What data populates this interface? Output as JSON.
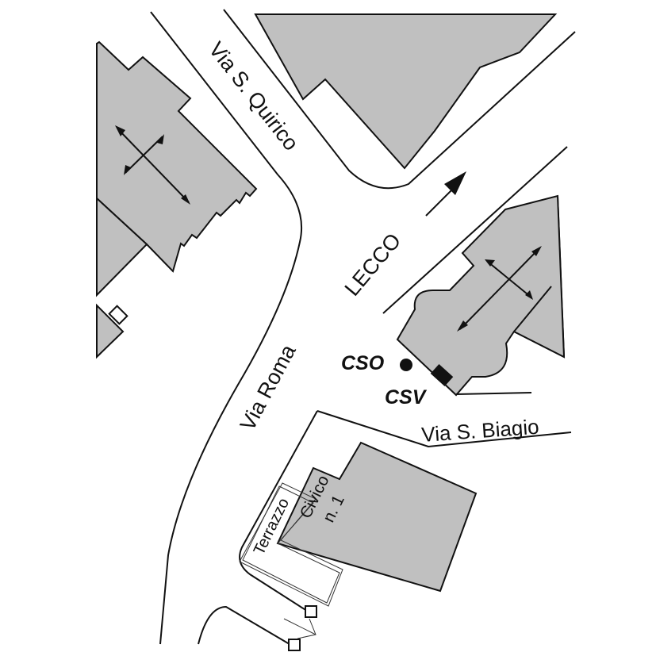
{
  "streets": {
    "quirico": "Via S. Quirico",
    "lecco": "LECCO",
    "roma": "Via Roma",
    "biagio": "Via S. Biagio"
  },
  "markers": {
    "cso": "CSO",
    "csv": "CSV"
  },
  "buildings": {
    "terrazzo": "Terrazzo",
    "civico_line1": "Civico",
    "civico_line2": "n. 1"
  },
  "colors": {
    "building": "#c0c0c0",
    "line": "#111111"
  }
}
